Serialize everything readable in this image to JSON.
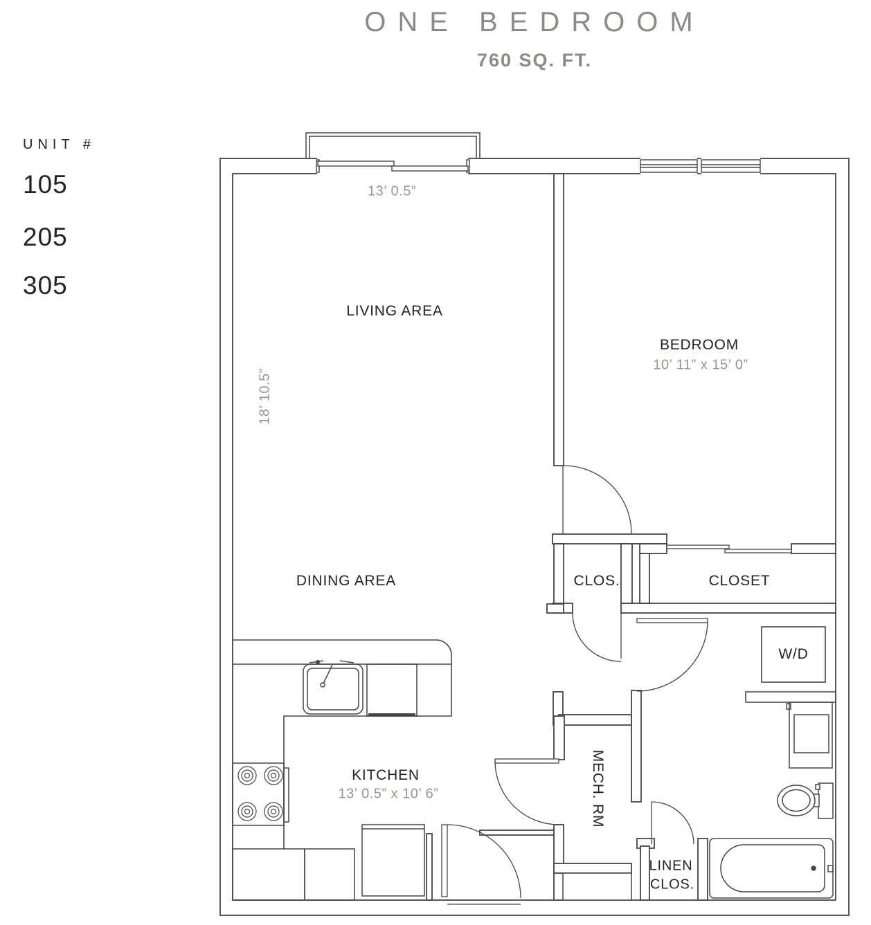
{
  "header": {
    "title": "ONE BEDROOM",
    "subtitle": "760 SQ. FT."
  },
  "units": {
    "label": "UNIT #",
    "numbers": [
      "105",
      "205",
      "305"
    ]
  },
  "rooms": {
    "living": "LIVING AREA",
    "dining": "DINING AREA",
    "bedroom": "BEDROOM",
    "bedroom_dims": "10’ 11” x 15’ 0”",
    "kitchen": "KITCHEN",
    "kitchen_dims": "13’ 0.5” x 10’ 6”",
    "clos": "CLOS.",
    "closet": "CLOSET",
    "washer_dryer": "W/D",
    "mech": "MECH. RM",
    "linen_line1": "LINEN",
    "linen_line2": "CLOS."
  },
  "dimensions": {
    "top_width": "13’ 0.5”",
    "left_height": "18’ 10.5”"
  },
  "colors": {
    "line": "#454545",
    "label": "#232226",
    "dim_text": "#96968f",
    "title": "#8b8b85"
  }
}
